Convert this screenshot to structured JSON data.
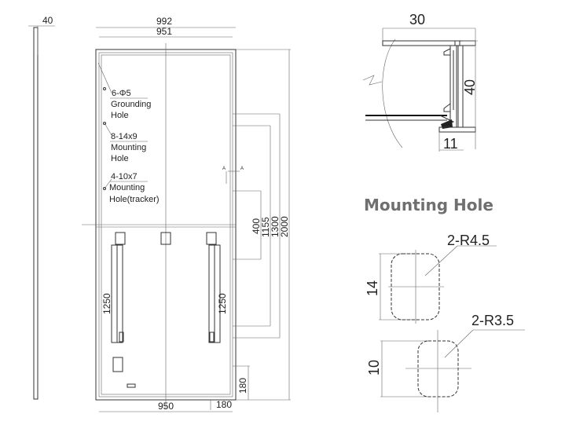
{
  "front_view": {
    "dim_width_outer": "992",
    "dim_width_inner": "951",
    "dim_width_bottom": "950",
    "dim_corner_h": "180",
    "dim_corner_v": "180",
    "dim_400": "400",
    "dim_1155": "1155",
    "dim_1300": "1300",
    "dim_2000": "2000",
    "dim_slot_left": "1250",
    "dim_slot_right": "1250",
    "section_mark": "A"
  },
  "side_view": {
    "dim_thickness": "40"
  },
  "notes": {
    "grounding": {
      "spec": "6-Φ5",
      "line1": "Grounding",
      "line2": "Hole"
    },
    "mounting": {
      "spec": "8-14x9",
      "line1": "Mounting",
      "line2": "Hole"
    },
    "tracker": {
      "spec": "4-10x7",
      "line1": "Mounting",
      "line2": "Hole(tracker)"
    }
  },
  "section_detail": {
    "dim_width": "30",
    "dim_height": "40",
    "dim_lip": "11"
  },
  "mounting_hole": {
    "title": "Mounting Hole",
    "large": {
      "radius_label": "2-R4.5",
      "height_label": "14"
    },
    "small": {
      "radius_label": "2-R3.5",
      "height_label": "10"
    }
  }
}
